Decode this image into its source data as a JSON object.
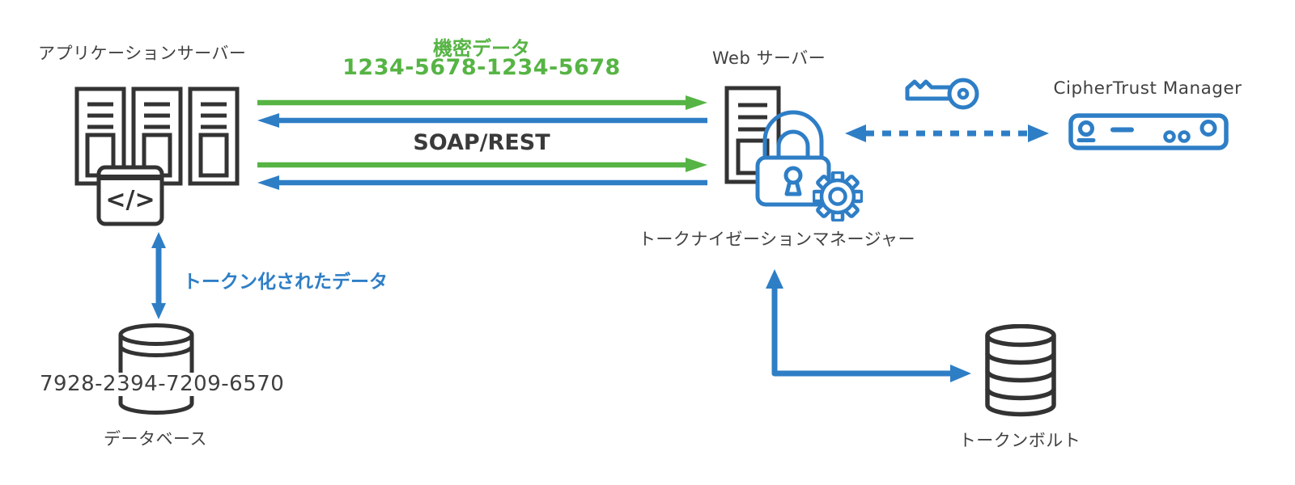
{
  "colors": {
    "green": "#56B444",
    "blue": "#2E7EC6",
    "icon_dark": "#333333",
    "text_dark": "#414141"
  },
  "nodes": {
    "app_server": {
      "label": "アプリケーションサーバー",
      "code_glyph": "</>"
    },
    "web_server": {
      "label": "Web サーバー"
    },
    "tokenization_manager": {
      "label": "トークナイゼーションマネージャー"
    },
    "ciphertrust": {
      "label": "CipherTrust Manager"
    },
    "database": {
      "label": "データベース",
      "value": "7928-2394-7209-6570"
    },
    "token_vault": {
      "label": "トークンボルト"
    }
  },
  "flows": {
    "sensitive_data": {
      "label": "機密データ",
      "value": "1234-5678-1234-5678"
    },
    "protocol": {
      "label": "SOAP/REST"
    },
    "tokenized_data": {
      "label": "トークン化されたデータ"
    }
  }
}
